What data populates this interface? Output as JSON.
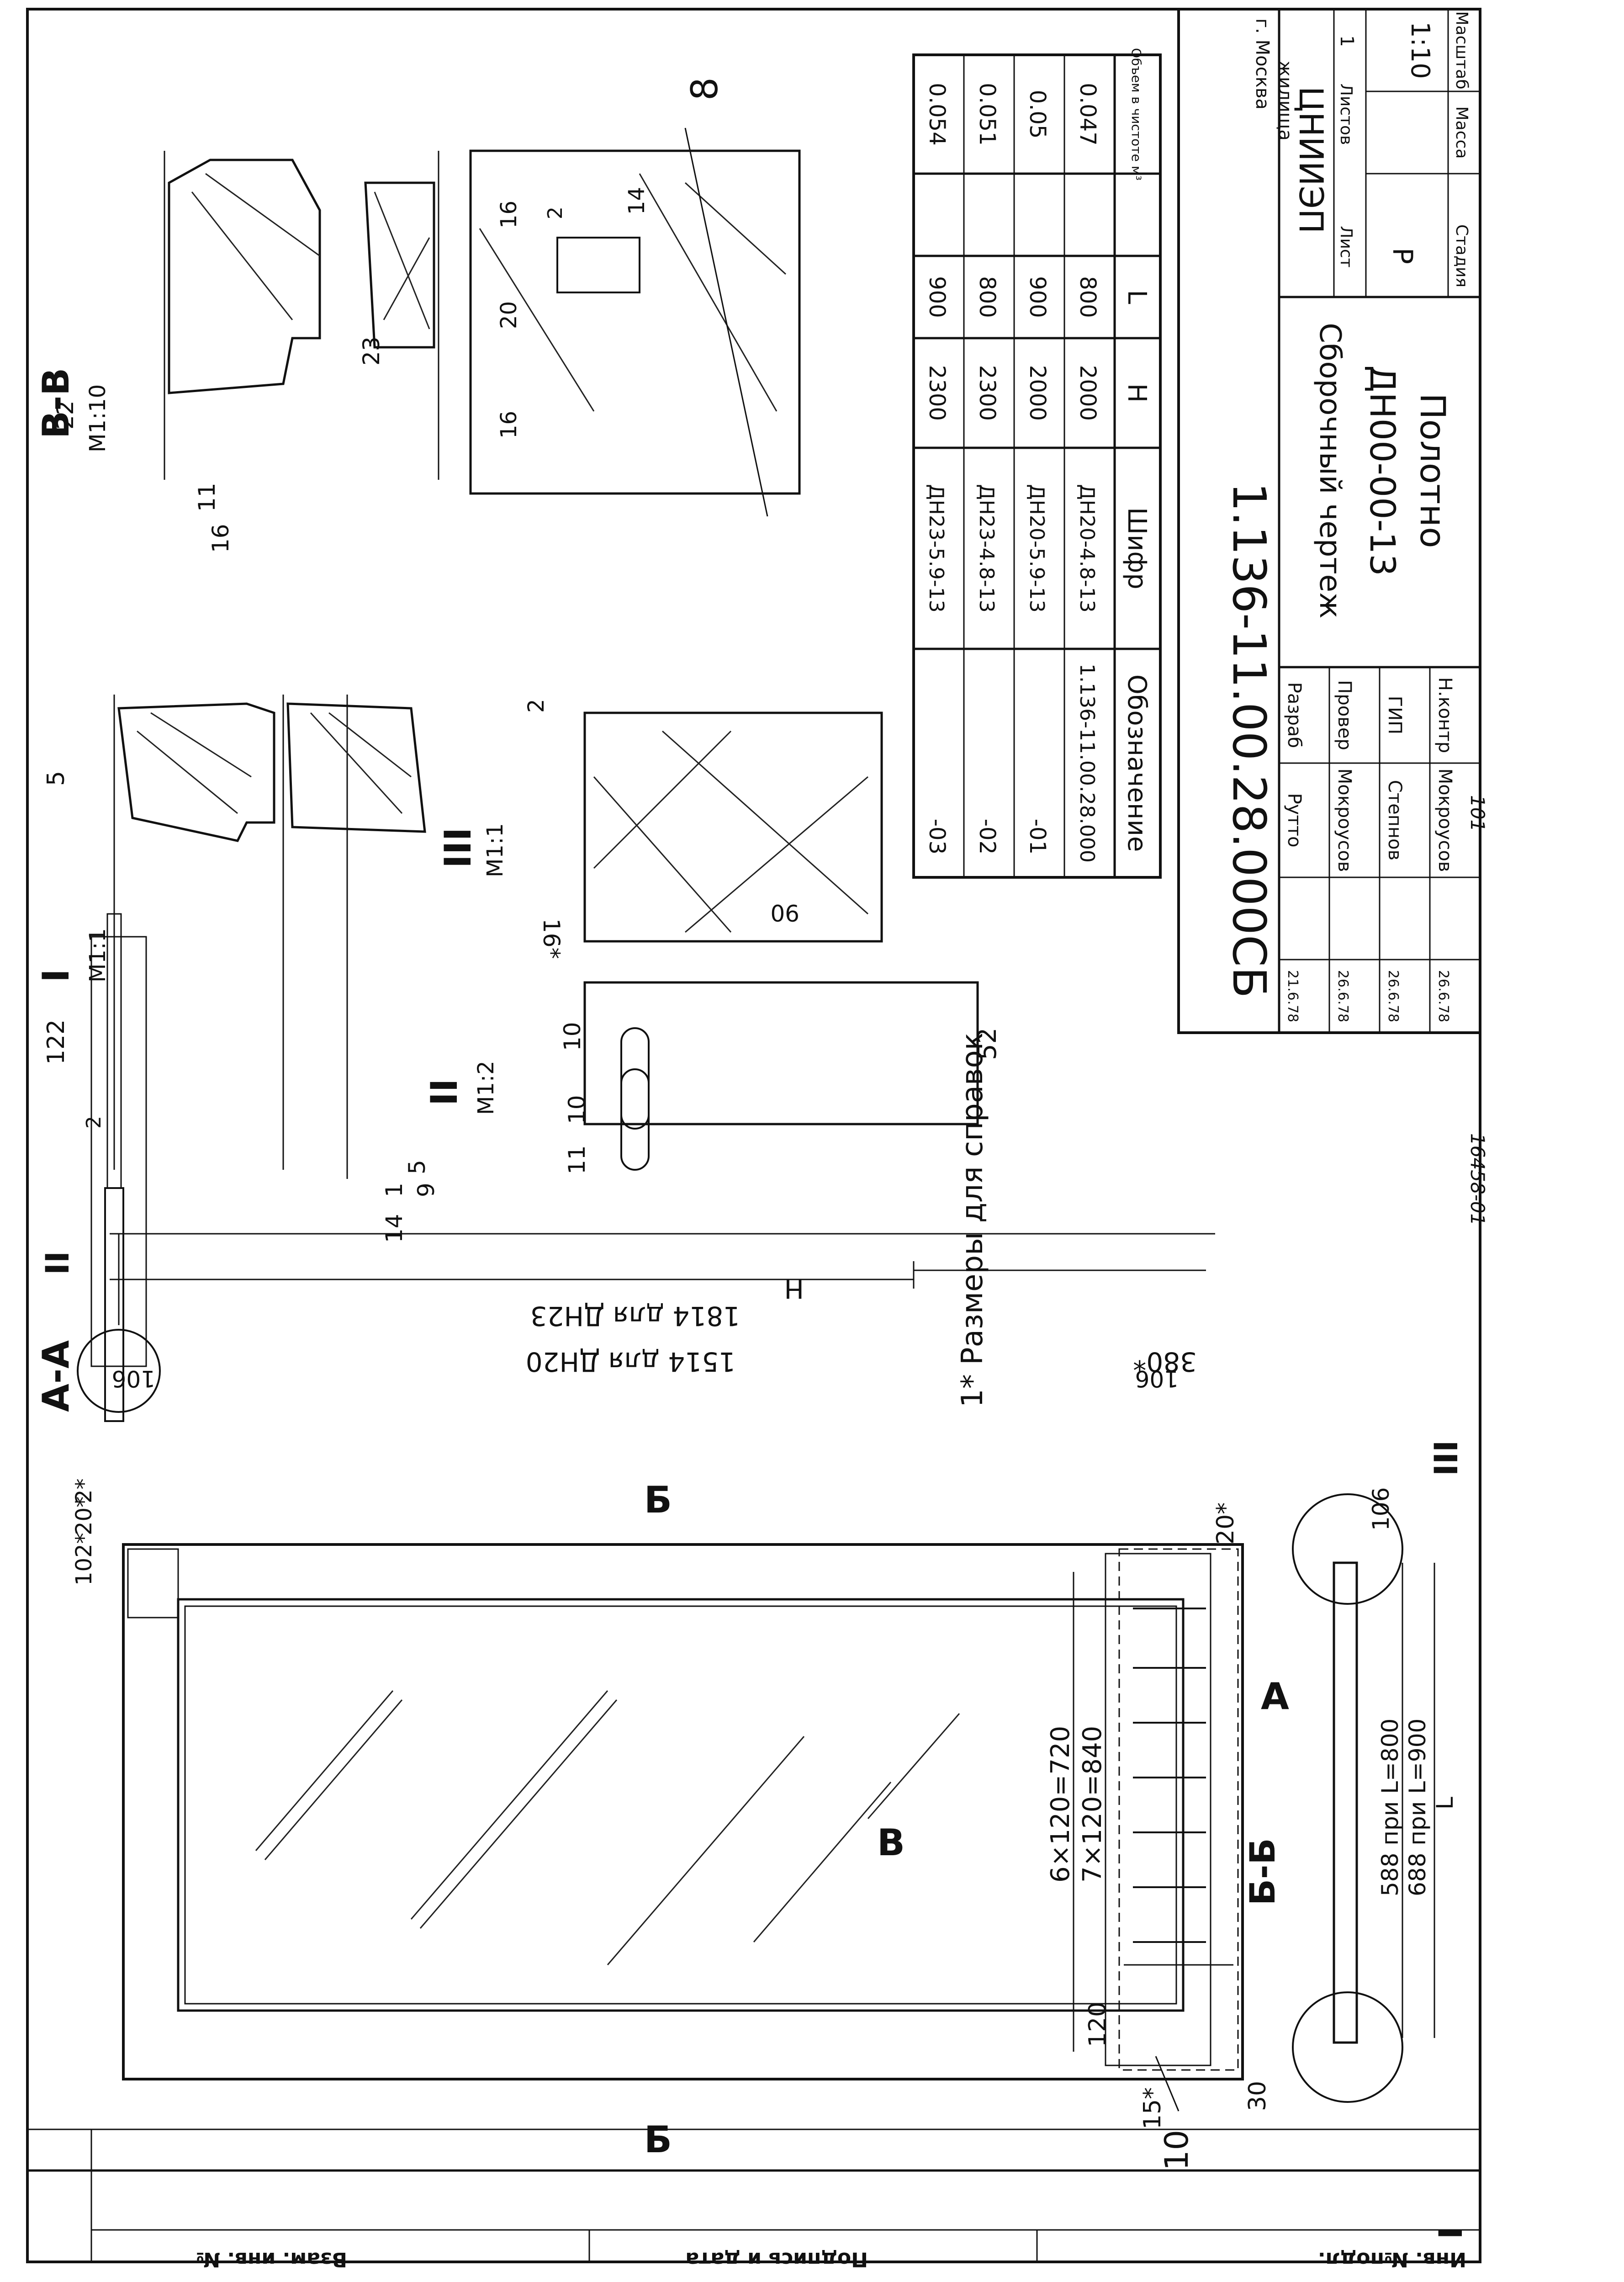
{
  "stamp_code": "1.136-11.00.28.000СБ",
  "title_block": {
    "name_l1": "Полотно",
    "name_l2": "ДН00-00-13",
    "name_l3": "Сборочный чертеж",
    "col_stage": "Стадия",
    "col_mass": "Масса",
    "col_scale": "Масштаб",
    "stage": "Р",
    "scale": "1:10",
    "sheet_label": "Лист",
    "sheets_label": "Листов",
    "sheets": "1",
    "org_l1": "ЦНИИЭП",
    "org_l2": "жилища",
    "org_l3": "г. Москва",
    "sign_rows": [
      {
        "role": "Н.контр",
        "name": "Мокроусов",
        "date": "26.6.78"
      },
      {
        "role": "ГИП",
        "name": "Степнов",
        "date": "26.6.78"
      },
      {
        "role": "Провер",
        "name": "Мокроусов",
        "date": "26.6.78"
      },
      {
        "role": "Разраб",
        "name": "Рутто",
        "date": "21.6.78"
      }
    ]
  },
  "spec_table": {
    "headers": [
      "Обозначение",
      "Шифр",
      "H",
      "L",
      "Объем в чистоте м³"
    ],
    "rows": [
      [
        "1.136-11.00.28.000",
        "ДН20-4.8-13",
        "2000",
        "800",
        "0.047"
      ],
      [
        "-01",
        "ДН20-5.9-13",
        "2000",
        "900",
        "0.05"
      ],
      [
        "-02",
        "ДН23-4.8-13",
        "2300",
        "800",
        "0.051"
      ],
      [
        "-03",
        "ДН23-5.9-13",
        "2300",
        "900",
        "0.054"
      ]
    ]
  },
  "margin_labels": [
    "Инв. №подл.",
    "Подпись и дата",
    "Взам. инв. №"
  ],
  "archive_no": "16458-01",
  "page_no": "101",
  "note": "1* Размеры для справок",
  "section_labels": {
    "aa": "А-А",
    "bb": "Б-Б",
    "vv": "В-В",
    "vv_scale": "М1:10",
    "d1": "I",
    "d1_scale": "М1:1",
    "d2": "II",
    "d2_scale": "М1:2",
    "d3": "III",
    "d3_scale": "М1:1",
    "cut_a": "А",
    "cut_b": "Б",
    "cut_v": "В"
  },
  "dims": {
    "h_total": "H",
    "h20": "1514 для ДН20",
    "h23": "1814 для ДН23",
    "h_380": "380*",
    "d106a": "106",
    "d106b": "106",
    "d106c": "106",
    "w720": "6×120=720",
    "w840": "7×120=840",
    "w120": "120",
    "w15": "15*",
    "w30": "30",
    "w20a": "20*",
    "w20b": "20*",
    "w102": "102*",
    "w2a": "2*",
    "L_800": "588 при L=800",
    "L_900": "688 при L=900",
    "L": "L",
    "d122": "122",
    "d5": "5",
    "d2": "2",
    "d14": "14",
    "d1": "1",
    "d9": "9",
    "d5b": "5",
    "d16": "16*",
    "d90": "90",
    "d10a": "10",
    "d10b": "10",
    "d11": "11",
    "d52": "52",
    "d2b": "2",
    "v22": "22",
    "v23": "23",
    "v11": "11",
    "v16": "16",
    "s16a": "16",
    "s20": "20",
    "s16b": "16",
    "s2": "2",
    "s14": "14"
  },
  "callouts": {
    "pos8": "8",
    "pos10": "10"
  }
}
